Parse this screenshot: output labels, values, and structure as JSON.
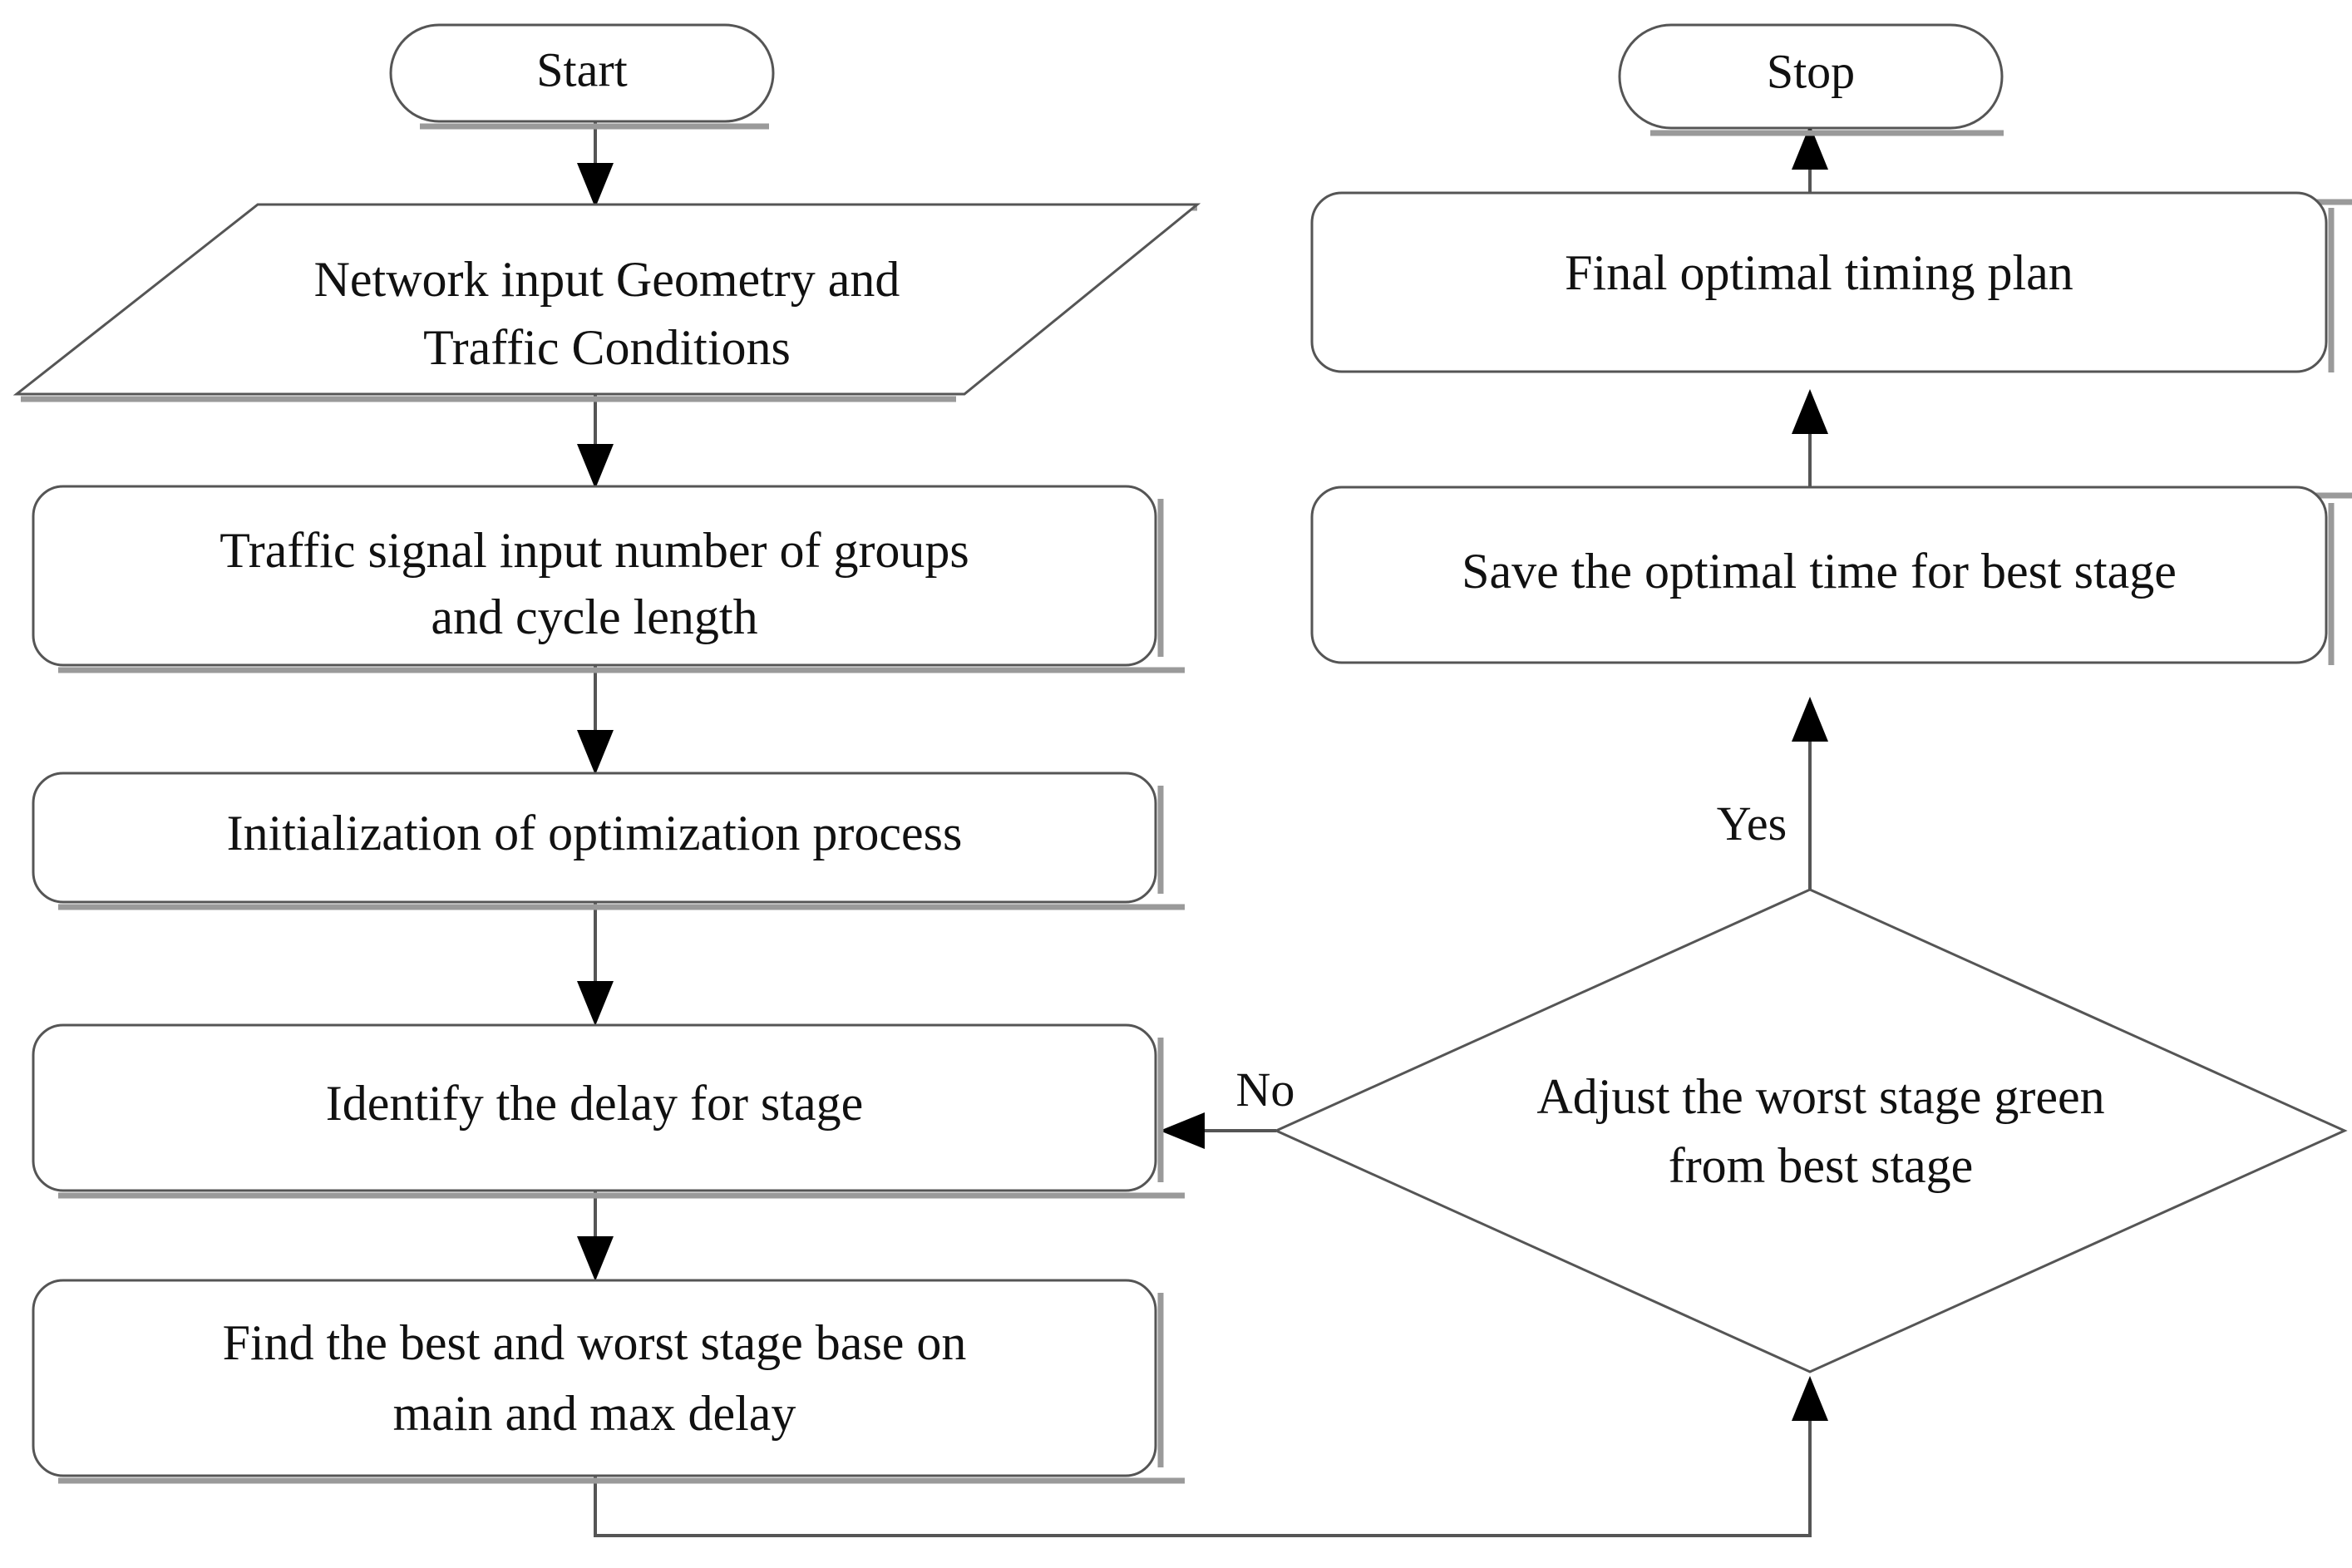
{
  "diagram": {
    "title": "Traffic signal timing optimization flowchart",
    "background_color": "#ffffff",
    "line_color": "#555555",
    "shadow_color": "#9a9a9a",
    "text_color": "#111111",
    "nodes": {
      "start": {
        "label": "Start",
        "shape": "terminator"
      },
      "network_input": {
        "line1": "Network input Geometry and",
        "line2": "Traffic  Conditions",
        "shape": "parallelogram"
      },
      "signal_input": {
        "line1": "Traffic  signal input number of groups",
        "line2": "and cycle  length",
        "shape": "process"
      },
      "initialization": {
        "line1": "Initialization  of optimization process",
        "shape": "process"
      },
      "identify_delay": {
        "line1": "Identify the delay for stage",
        "shape": "process"
      },
      "find_best_worst": {
        "line1": "Find the best and worst stage base on",
        "line2": "main and max delay",
        "shape": "process"
      },
      "adjust_decision": {
        "line1": "Adjust the worst stage green",
        "line2": "from best stage",
        "shape": "decision"
      },
      "save_optimal": {
        "line1": "Save the optimal time for best stage",
        "shape": "process"
      },
      "final_plan": {
        "line1": "Final optimal timing plan",
        "shape": "process"
      },
      "stop": {
        "label": "Stop",
        "shape": "terminator"
      }
    },
    "edge_labels": {
      "yes": "Yes",
      "no": "No"
    }
  }
}
